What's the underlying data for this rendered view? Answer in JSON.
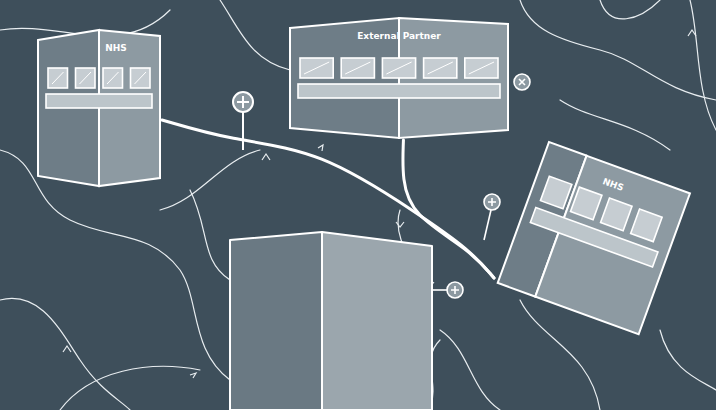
{
  "diagram": {
    "nodes": [
      {
        "text": [
          "NHS"
        ]
      },
      {
        "text": [
          "External Partner"
        ]
      },
      {
        "text": [
          "NHS"
        ]
      }
    ],
    "edges": [
      {
        "from": 0,
        "to": 2,
        "arrow": "none"
      },
      {
        "from": 1,
        "to": 2,
        "arrow": "none"
      }
    ]
  }
}
